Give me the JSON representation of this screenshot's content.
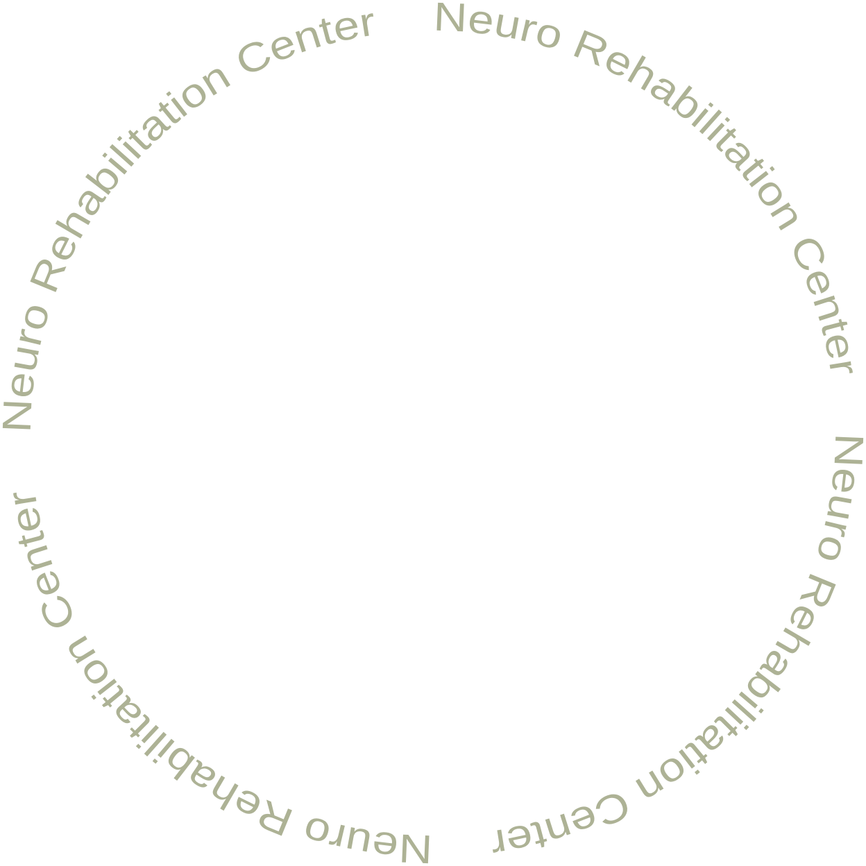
{
  "logo": {
    "color": "#adb295",
    "ring_texts": [
      "Neuro Rehabilitation Center",
      "Neuro Rehabilitation Center",
      "Neuro Rehabilitation Center",
      "Neuro Rehabilitation Center"
    ]
  }
}
